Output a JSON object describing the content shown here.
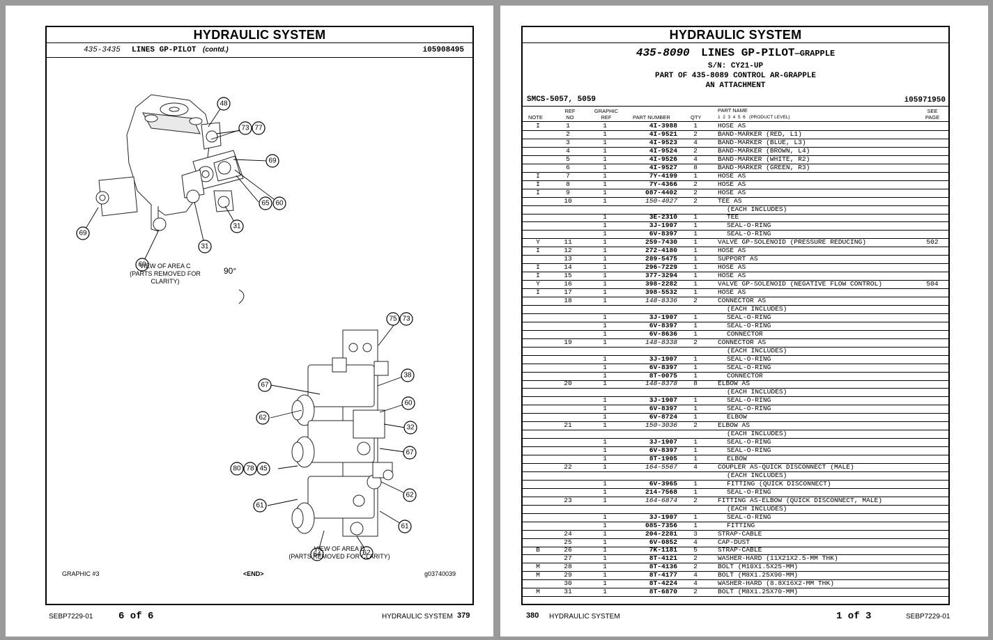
{
  "left_page": {
    "title": "HYDRAULIC SYSTEM",
    "subtitle_number": "435-3435",
    "subtitle_name": "LINES GP-PILOT",
    "subtitle_contd": "(contd.)",
    "illustration_id": "i05908495",
    "view_c_line1": "VIEW OF AREA  C",
    "view_c_line2": "(PARTS REMOVED FOR CLARITY)",
    "rotation": "90°",
    "view_d_line1": "VIEW OF AREA  D",
    "view_d_line2": "(PARTS REMOVED FOR CLARITY)",
    "graphic_label": "GRAPHIC #3",
    "end_label": "<END>",
    "graphic_id": "g03740039",
    "footer_doc": "SEBP7229-01",
    "footer_pages": "6  of  6",
    "footer_section": "HYDRAULIC SYSTEM",
    "footer_page_no": "379",
    "callouts_c": [
      "48",
      "73",
      "77",
      "69",
      "65",
      "60",
      "31",
      "69",
      "31",
      "60"
    ],
    "callouts_d": [
      "75",
      "73",
      "38",
      "67",
      "60",
      "62",
      "32",
      "67",
      "80",
      "78",
      "45",
      "62",
      "61",
      "61",
      "64",
      "62"
    ]
  },
  "right_page": {
    "title": "HYDRAULIC SYSTEM",
    "group_number": "435-8090",
    "group_name": "LINES GP-PILOT",
    "group_suffix": "—GRAPPLE",
    "sn": "S/N: CY21-UP",
    "part_of": "PART OF 435-8089 CONTROL AR-GRAPPLE",
    "attachment": "AN ATTACHMENT",
    "smcs": "SMCS-5057, 5059",
    "illustration_id": "i05971950",
    "headers": {
      "note": "NOTE",
      "ref_a": "REF",
      "ref_b": "NO",
      "graphic_a": "GRAPHIC",
      "graphic_b": "REF",
      "part_number": "PART NUMBER",
      "qty": "QTY",
      "part_name": "PART NAME",
      "levels": "1  2  3  4  5  6   (PRODUCT LEVEL)",
      "see_a": "SEE",
      "see_b": "PAGE"
    },
    "rows": [
      {
        "note": "I",
        "ref": "1",
        "graphic": "1",
        "pn": "4I-3988",
        "qty": "1",
        "name": "HOSE AS",
        "see": "",
        "it": false,
        "ind": false
      },
      {
        "note": "",
        "ref": "2",
        "graphic": "1",
        "pn": "4I-9521",
        "qty": "2",
        "name": "BAND-MARKER (RED, L1)",
        "see": "",
        "it": false,
        "ind": false
      },
      {
        "note": "",
        "ref": "3",
        "graphic": "1",
        "pn": "4I-9523",
        "qty": "4",
        "name": "BAND-MARKER (BLUE, L3)",
        "see": "",
        "it": false,
        "ind": false
      },
      {
        "note": "",
        "ref": "4",
        "graphic": "1",
        "pn": "4I-9524",
        "qty": "2",
        "name": "BAND-MARKER (BROWN, L4)",
        "see": "",
        "it": false,
        "ind": false
      },
      {
        "note": "",
        "ref": "5",
        "graphic": "1",
        "pn": "4I-9526",
        "qty": "4",
        "name": "BAND-MARKER (WHITE, R2)",
        "see": "",
        "it": false,
        "ind": false
      },
      {
        "note": "",
        "ref": "6",
        "graphic": "1",
        "pn": "4I-9527",
        "qty": "8",
        "name": "BAND-MARKER (GREEN, R3)",
        "see": "",
        "it": false,
        "ind": false
      },
      {
        "note": "I",
        "ref": "7",
        "graphic": "1",
        "pn": "7Y-4199",
        "qty": "1",
        "name": "HOSE AS",
        "see": "",
        "it": false,
        "ind": false
      },
      {
        "note": "I",
        "ref": "8",
        "graphic": "1",
        "pn": "7Y-4366",
        "qty": "2",
        "name": "HOSE AS",
        "see": "",
        "it": false,
        "ind": false
      },
      {
        "note": "I",
        "ref": "9",
        "graphic": "1",
        "pn": "087-4402",
        "qty": "2",
        "name": "HOSE AS",
        "see": "",
        "it": false,
        "ind": false
      },
      {
        "note": "",
        "ref": "10",
        "graphic": "1",
        "pn": "150-4027",
        "qty": "2",
        "name": "TEE AS",
        "see": "",
        "it": true,
        "ind": false
      },
      {
        "note": "",
        "ref": "",
        "graphic": "",
        "pn": "",
        "qty": "",
        "name": "(EACH INCLUDES)",
        "see": "",
        "it": false,
        "ind": true
      },
      {
        "note": "",
        "ref": "",
        "graphic": "1",
        "pn": "3E-2310",
        "qty": "1",
        "name": "TEE",
        "see": "",
        "it": false,
        "ind": true
      },
      {
        "note": "",
        "ref": "",
        "graphic": "1",
        "pn": "3J-1907",
        "qty": "1",
        "name": "SEAL-O-RING",
        "see": "",
        "it": false,
        "ind": true
      },
      {
        "note": "",
        "ref": "",
        "graphic": "1",
        "pn": "6V-8397",
        "qty": "1",
        "name": "SEAL-O-RING",
        "see": "",
        "it": false,
        "ind": true
      },
      {
        "note": "Y",
        "ref": "11",
        "graphic": "1",
        "pn": "259-7430",
        "qty": "1",
        "name": "VALVE GP-SOLENOID (PRESSURE REDUCING)",
        "see": "502",
        "it": false,
        "ind": false
      },
      {
        "note": "I",
        "ref": "12",
        "graphic": "1",
        "pn": "272-4180",
        "qty": "1",
        "name": "HOSE AS",
        "see": "",
        "it": false,
        "ind": false
      },
      {
        "note": "",
        "ref": "13",
        "graphic": "1",
        "pn": "289-5475",
        "qty": "1",
        "name": "SUPPORT AS",
        "see": "",
        "it": false,
        "ind": false
      },
      {
        "note": "I",
        "ref": "14",
        "graphic": "1",
        "pn": "296-7229",
        "qty": "1",
        "name": "HOSE AS",
        "see": "",
        "it": false,
        "ind": false
      },
      {
        "note": "I",
        "ref": "15",
        "graphic": "1",
        "pn": "377-3294",
        "qty": "1",
        "name": "HOSE AS",
        "see": "",
        "it": false,
        "ind": false
      },
      {
        "note": "Y",
        "ref": "16",
        "graphic": "1",
        "pn": "398-2282",
        "qty": "1",
        "name": "VALVE GP-SOLENOID (NEGATIVE FLOW CONTROL)",
        "see": "504",
        "it": false,
        "ind": false
      },
      {
        "note": "I",
        "ref": "17",
        "graphic": "1",
        "pn": "398-5532",
        "qty": "1",
        "name": "HOSE AS",
        "see": "",
        "it": false,
        "ind": false
      },
      {
        "note": "",
        "ref": "18",
        "graphic": "1",
        "pn": "148-8336",
        "qty": "2",
        "name": "CONNECTOR AS",
        "see": "",
        "it": true,
        "ind": false
      },
      {
        "note": "",
        "ref": "",
        "graphic": "",
        "pn": "",
        "qty": "",
        "name": "(EACH INCLUDES)",
        "see": "",
        "it": false,
        "ind": true
      },
      {
        "note": "",
        "ref": "",
        "graphic": "1",
        "pn": "3J-1907",
        "qty": "1",
        "name": "SEAL-O-RING",
        "see": "",
        "it": false,
        "ind": true
      },
      {
        "note": "",
        "ref": "",
        "graphic": "1",
        "pn": "6V-8397",
        "qty": "1",
        "name": "SEAL-O-RING",
        "see": "",
        "it": false,
        "ind": true
      },
      {
        "note": "",
        "ref": "",
        "graphic": "1",
        "pn": "6V-8636",
        "qty": "1",
        "name": "CONNECTOR",
        "see": "",
        "it": false,
        "ind": true
      },
      {
        "note": "",
        "ref": "19",
        "graphic": "1",
        "pn": "148-8338",
        "qty": "2",
        "name": "CONNECTOR AS",
        "see": "",
        "it": true,
        "ind": false
      },
      {
        "note": "",
        "ref": "",
        "graphic": "",
        "pn": "",
        "qty": "",
        "name": "(EACH INCLUDES)",
        "see": "",
        "it": false,
        "ind": true
      },
      {
        "note": "",
        "ref": "",
        "graphic": "1",
        "pn": "3J-1907",
        "qty": "1",
        "name": "SEAL-O-RING",
        "see": "",
        "it": false,
        "ind": true
      },
      {
        "note": "",
        "ref": "",
        "graphic": "1",
        "pn": "6V-8397",
        "qty": "1",
        "name": "SEAL-O-RING",
        "see": "",
        "it": false,
        "ind": true
      },
      {
        "note": "",
        "ref": "",
        "graphic": "1",
        "pn": "8T-0075",
        "qty": "1",
        "name": "CONNECTOR",
        "see": "",
        "it": false,
        "ind": true
      },
      {
        "note": "",
        "ref": "20",
        "graphic": "1",
        "pn": "148-8378",
        "qty": "8",
        "name": "ELBOW AS",
        "see": "",
        "it": true,
        "ind": false
      },
      {
        "note": "",
        "ref": "",
        "graphic": "",
        "pn": "",
        "qty": "",
        "name": "(EACH INCLUDES)",
        "see": "",
        "it": false,
        "ind": true
      },
      {
        "note": "",
        "ref": "",
        "graphic": "1",
        "pn": "3J-1907",
        "qty": "1",
        "name": "SEAL-O-RING",
        "see": "",
        "it": false,
        "ind": true
      },
      {
        "note": "",
        "ref": "",
        "graphic": "1",
        "pn": "6V-8397",
        "qty": "1",
        "name": "SEAL-O-RING",
        "see": "",
        "it": false,
        "ind": true
      },
      {
        "note": "",
        "ref": "",
        "graphic": "1",
        "pn": "6V-8724",
        "qty": "1",
        "name": "ELBOW",
        "see": "",
        "it": false,
        "ind": true
      },
      {
        "note": "",
        "ref": "21",
        "graphic": "1",
        "pn": "150-3036",
        "qty": "2",
        "name": "ELBOW AS",
        "see": "",
        "it": true,
        "ind": false
      },
      {
        "note": "",
        "ref": "",
        "graphic": "",
        "pn": "",
        "qty": "",
        "name": "(EACH INCLUDES)",
        "see": "",
        "it": false,
        "ind": true
      },
      {
        "note": "",
        "ref": "",
        "graphic": "1",
        "pn": "3J-1907",
        "qty": "1",
        "name": "SEAL-O-RING",
        "see": "",
        "it": false,
        "ind": true
      },
      {
        "note": "",
        "ref": "",
        "graphic": "1",
        "pn": "6V-8397",
        "qty": "1",
        "name": "SEAL-O-RING",
        "see": "",
        "it": false,
        "ind": true
      },
      {
        "note": "",
        "ref": "",
        "graphic": "1",
        "pn": "8T-1905",
        "qty": "1",
        "name": "ELBOW",
        "see": "",
        "it": false,
        "ind": true
      },
      {
        "note": "",
        "ref": "22",
        "graphic": "1",
        "pn": "164-5567",
        "qty": "4",
        "name": "COUPLER AS-QUICK DISCONNECT (MALE)",
        "see": "",
        "it": true,
        "ind": false
      },
      {
        "note": "",
        "ref": "",
        "graphic": "",
        "pn": "",
        "qty": "",
        "name": "(EACH INCLUDES)",
        "see": "",
        "it": false,
        "ind": true
      },
      {
        "note": "",
        "ref": "",
        "graphic": "1",
        "pn": "6V-3965",
        "qty": "1",
        "name": "FITTING (QUICK DISCONNECT)",
        "see": "",
        "it": false,
        "ind": true
      },
      {
        "note": "",
        "ref": "",
        "graphic": "1",
        "pn": "214-7568",
        "qty": "1",
        "name": "SEAL-O-RING",
        "see": "",
        "it": false,
        "ind": true
      },
      {
        "note": "",
        "ref": "23",
        "graphic": "1",
        "pn": "164-6874",
        "qty": "2",
        "name": "FITTING AS-ELBOW (QUICK DISCONNECT, MALE)",
        "see": "",
        "it": true,
        "ind": false
      },
      {
        "note": "",
        "ref": "",
        "graphic": "",
        "pn": "",
        "qty": "",
        "name": "(EACH INCLUDES)",
        "see": "",
        "it": false,
        "ind": true
      },
      {
        "note": "",
        "ref": "",
        "graphic": "1",
        "pn": "3J-1907",
        "qty": "1",
        "name": "SEAL-O-RING",
        "see": "",
        "it": false,
        "ind": true
      },
      {
        "note": "",
        "ref": "",
        "graphic": "1",
        "pn": "085-7356",
        "qty": "1",
        "name": "FITTING",
        "see": "",
        "it": false,
        "ind": true
      },
      {
        "note": "",
        "ref": "24",
        "graphic": "1",
        "pn": "204-2281",
        "qty": "3",
        "name": "STRAP-CABLE",
        "see": "",
        "it": false,
        "ind": false
      },
      {
        "note": "",
        "ref": "25",
        "graphic": "1",
        "pn": "6V-0852",
        "qty": "4",
        "name": "CAP-DUST",
        "see": "",
        "it": false,
        "ind": false
      },
      {
        "note": "B",
        "ref": "26",
        "graphic": "1",
        "pn": "7K-1181",
        "qty": "5",
        "name": "STRAP-CABLE",
        "see": "",
        "it": false,
        "ind": false
      },
      {
        "note": "",
        "ref": "27",
        "graphic": "1",
        "pn": "8T-4121",
        "qty": "2",
        "name": "WASHER-HARD (11X21X2.5-MM THK)",
        "see": "",
        "it": false,
        "ind": false
      },
      {
        "note": "M",
        "ref": "28",
        "graphic": "1",
        "pn": "8T-4136",
        "qty": "2",
        "name": "BOLT (M10X1.5X25-MM)",
        "see": "",
        "it": false,
        "ind": false
      },
      {
        "note": "M",
        "ref": "29",
        "graphic": "1",
        "pn": "8T-4177",
        "qty": "4",
        "name": "BOLT (M8X1.25X90-MM)",
        "see": "",
        "it": false,
        "ind": false
      },
      {
        "note": "",
        "ref": "30",
        "graphic": "1",
        "pn": "8T-4224",
        "qty": "4",
        "name": "WASHER-HARD (8.8X16X2-MM THK)",
        "see": "",
        "it": false,
        "ind": false
      },
      {
        "note": "M",
        "ref": "31",
        "graphic": "1",
        "pn": "8T-6870",
        "qty": "2",
        "name": "BOLT (M8X1.25X70-MM)",
        "see": "",
        "it": false,
        "ind": false
      }
    ],
    "footer_page_no": "380",
    "footer_section": "HYDRAULIC SYSTEM",
    "footer_pages": "1  of  3",
    "footer_doc": "SEBP7229-01"
  }
}
